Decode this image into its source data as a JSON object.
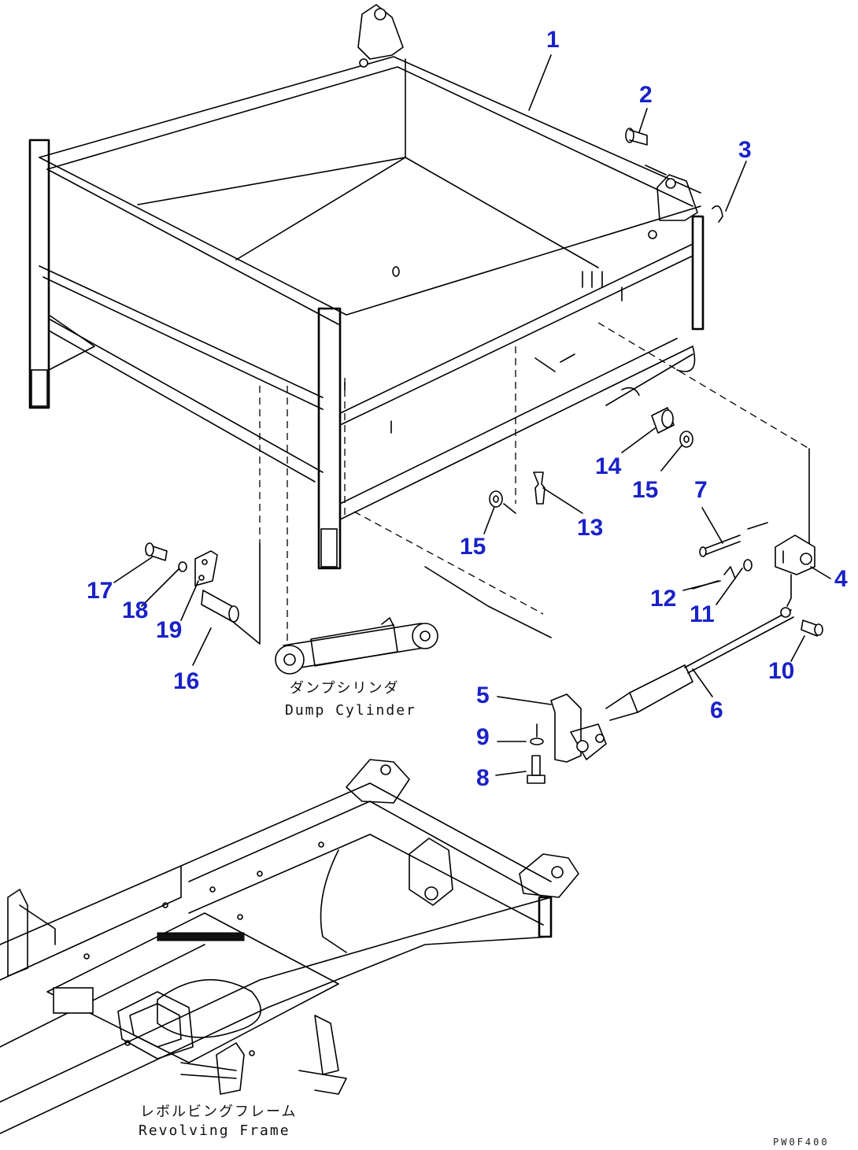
{
  "figure": {
    "drawing_code": "PW0F400",
    "callouts": [
      "1",
      "2",
      "3",
      "4",
      "5",
      "6",
      "7",
      "8",
      "9",
      "10",
      "11",
      "12",
      "13",
      "14",
      "15",
      "15",
      "16",
      "17",
      "18",
      "19"
    ],
    "captions": {
      "dump_cylinder_jp": "ダンプシリンダ",
      "dump_cylinder_en": "Dump Cylinder",
      "revolving_frame_jp": "レボルビングフレーム",
      "revolving_frame_en": "Revolving Frame"
    },
    "colors": {
      "callout": "#1a22c8",
      "line": "#000000"
    }
  }
}
